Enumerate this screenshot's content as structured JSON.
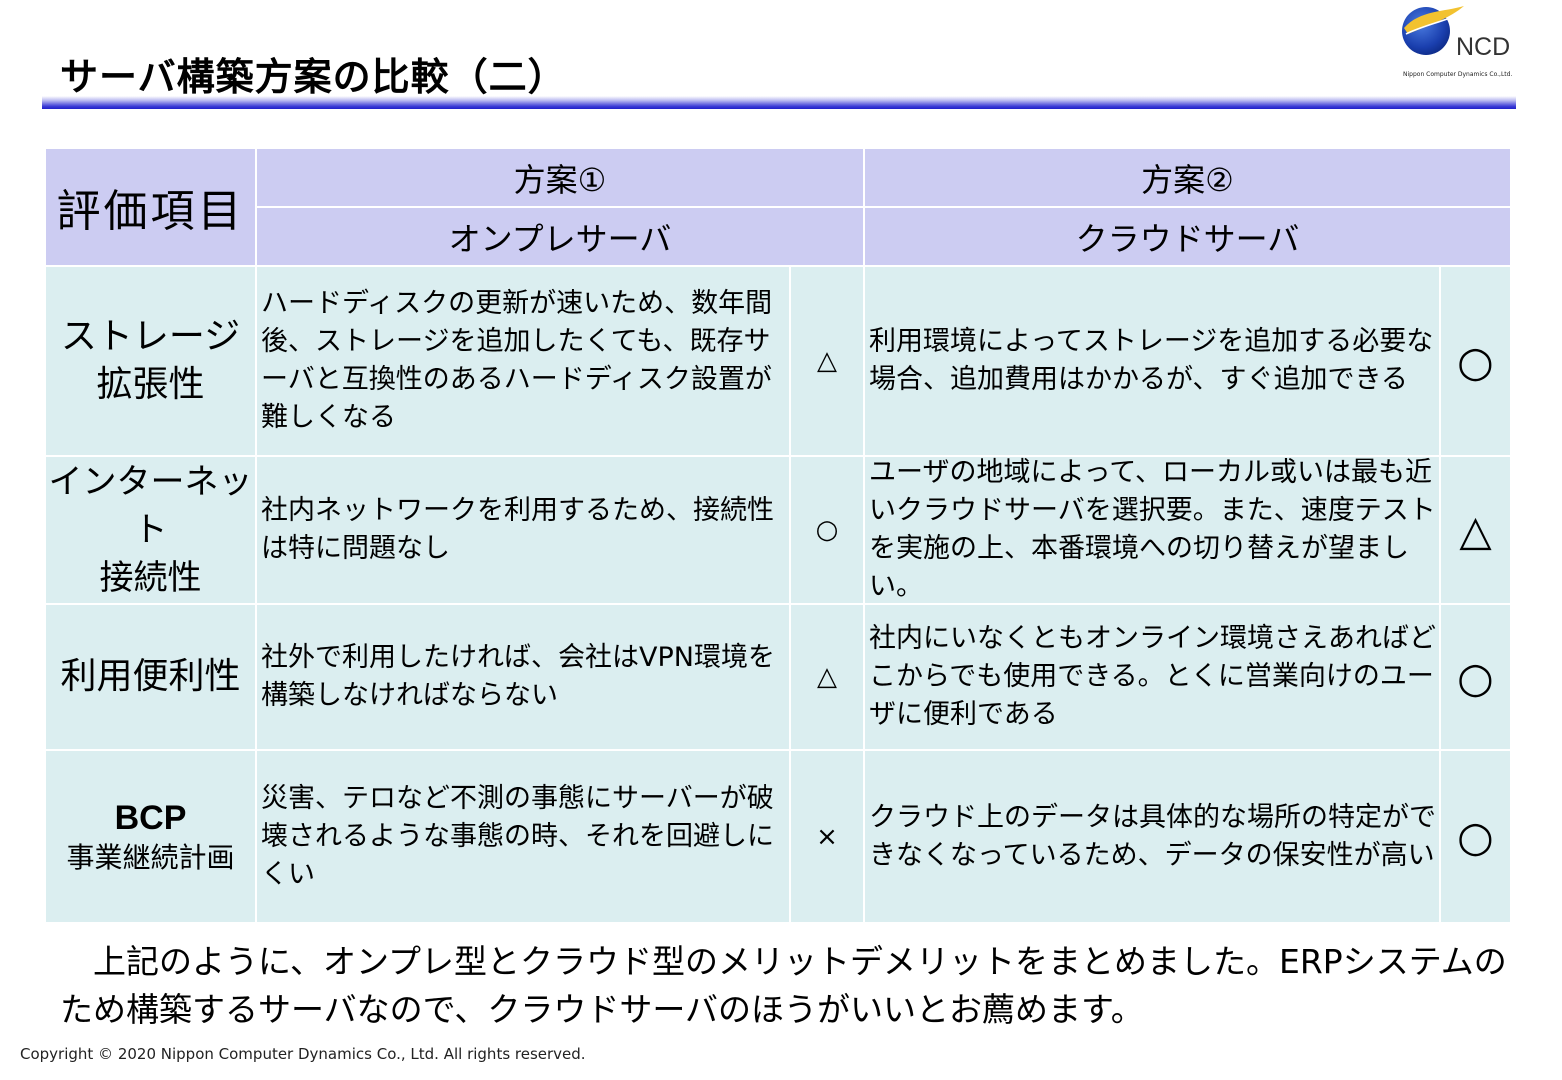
{
  "title": "サーバ構築方案の比較（二）",
  "logo": {
    "text": "NCD",
    "subtext": "Nippon Computer Dynamics Co.,Ltd."
  },
  "table": {
    "item_header": "評価項目",
    "plan1": {
      "name": "方案①",
      "type": "オンプレサーバ"
    },
    "plan2": {
      "name": "方案②",
      "type": "クラウドサーバ"
    },
    "rows": [
      {
        "item": "ストレージ\n拡張性",
        "plan1_desc": "ハードディスクの更新が速いため、数年間後、ストレージを追加したくても、既存サーバと互換性のあるハードディスク設置が難しくなる",
        "plan1_mark": "△",
        "plan2_desc": "利用環境によってストレージを追加する必要な場合、追加費用はかかるが、すぐ追加できる",
        "plan2_mark": "○"
      },
      {
        "item": "インターネット\n接続性",
        "plan1_desc": "社内ネットワークを利用するため、接続性は特に問題なし",
        "plan1_mark": "○",
        "plan2_desc": "ユーザの地域によって、ローカル或いは最も近いクラウドサーバを選択要。また、速度テストを実施の上、本番環境への切り替えが望ましい。",
        "plan2_mark": "△"
      },
      {
        "item": "利用便利性",
        "plan1_desc": "社外で利用したければ、会社はVPN環境を構築しなければならない",
        "plan1_mark": "△",
        "plan2_desc": "社内にいなくともオンライン環境さえあればどこからでも使用できる。とくに営業向けのユーザに便利である",
        "plan2_mark": "○"
      },
      {
        "item": "BCP",
        "item_sub": "事業継続計画",
        "plan1_desc": "災害、テロなど不測の事態にサーバーが破壊されるような事態の時、それを回避しにくい",
        "plan1_mark": "×",
        "plan2_desc": "クラウド上のデータは具体的な場所の特定ができなくなっているため、データの保安性が高い",
        "plan2_mark": "○"
      }
    ]
  },
  "summary": "上記のように、オンプレ型とクラウド型のメリットデメリットをまとめました。ERPシステムのため構築するサーバなので、クラウドサーバのほうがいいとお薦めます。",
  "copyright": "Copyright © 2020 Nippon Computer Dynamics Co., Ltd. All rights reserved.",
  "colors": {
    "header_bg": "#ccccf2",
    "body_bg": "#dbeef0",
    "title_bar": "#2020c8"
  }
}
